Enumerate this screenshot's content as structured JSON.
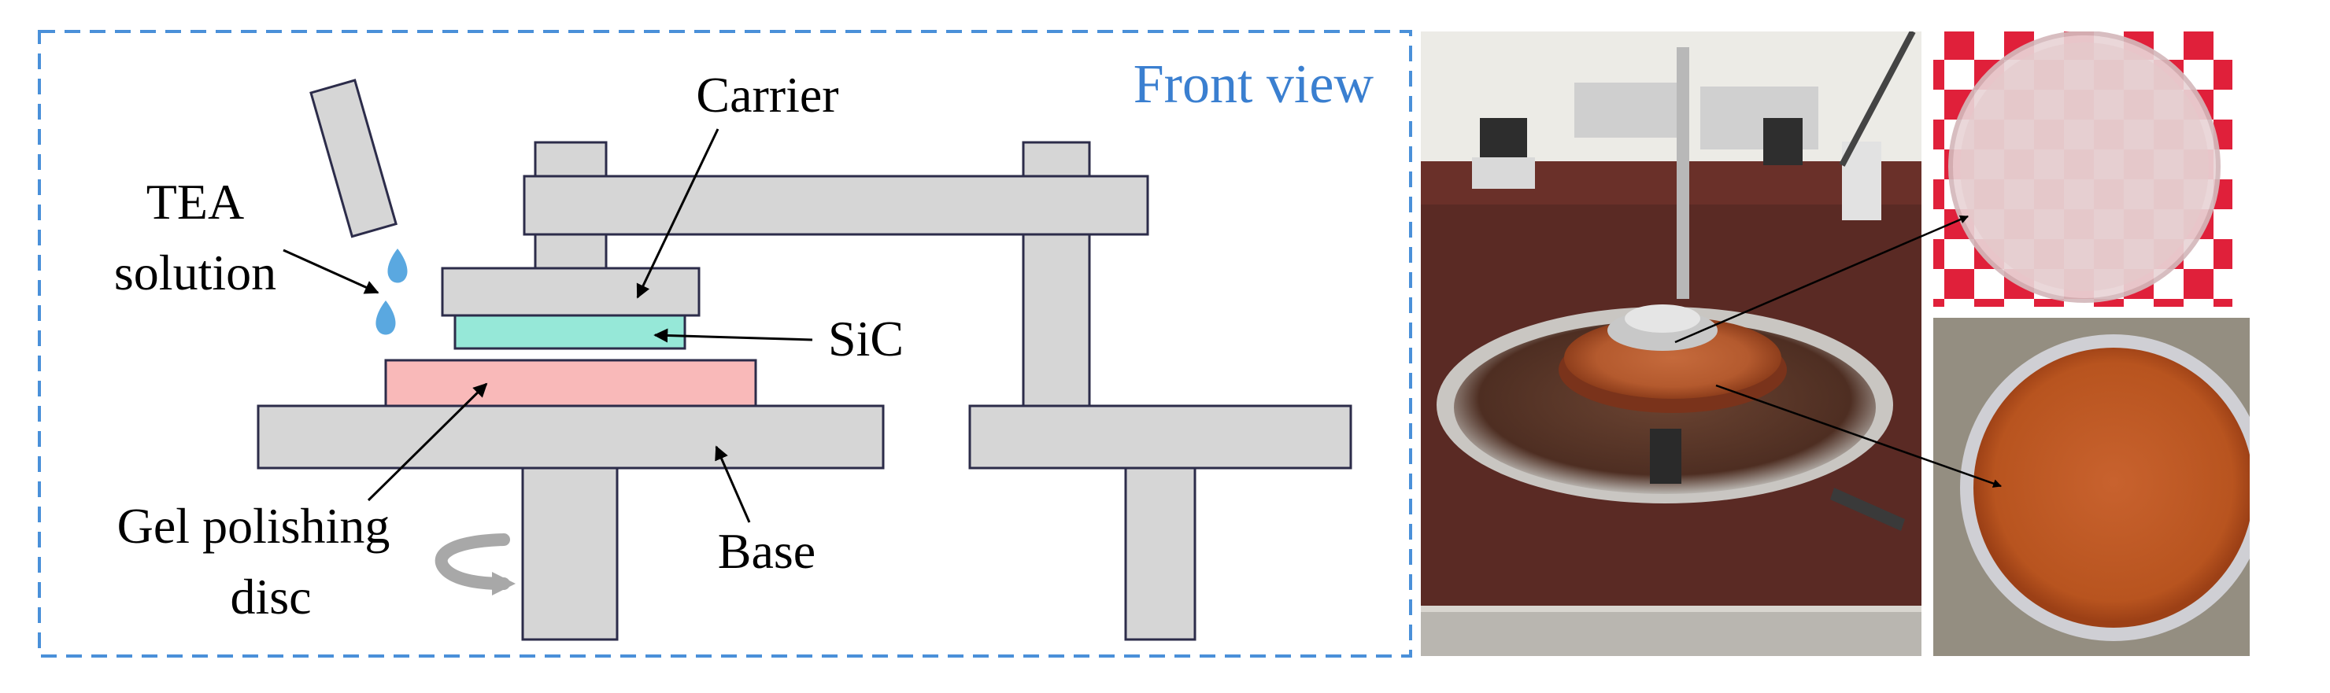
{
  "diagram": {
    "view_title": "Front view",
    "labels": {
      "carrier": "Carrier",
      "tea_line1": "TEA",
      "tea_line2": "solution",
      "sic": "SiC",
      "gel_line1": "Gel polishing",
      "gel_line2": "disc",
      "base": "Base"
    },
    "colors": {
      "frame_dash": "#4a90d9",
      "title": "#3a7fd0",
      "part_fill": "#d6d6d6",
      "part_stroke": "#2c2c4a",
      "sic_fill": "#96e8d8",
      "gel_fill": "#f9b9b9",
      "droplet": "#5aa8e0",
      "arrow": "#000000",
      "rotation_arrow": "#a8a8a8"
    }
  },
  "photos": {
    "main": {
      "subject": "polishing-machine-photo"
    },
    "top_inset": {
      "subject": "polished-sic-wafer-photo"
    },
    "bottom_inset": {
      "subject": "gel-polishing-disc-photo"
    }
  }
}
